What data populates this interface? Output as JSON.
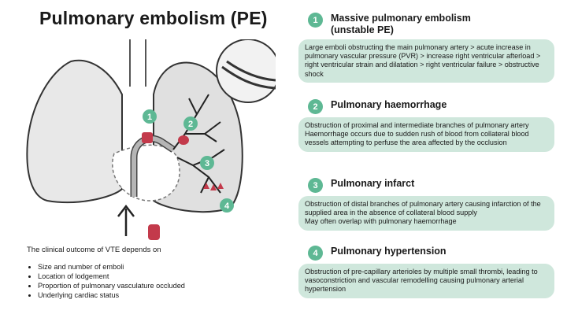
{
  "title": "Pulmonary embolism (PE)",
  "intro": "The clinical outcome of VTE depends on",
  "factors": [
    "Size and number of emboli",
    "Location of lodgement",
    "Proportion of pulmonary vasculature occluded",
    "Underlying cardiac status"
  ],
  "markers": [
    "1",
    "2",
    "3",
    "4"
  ],
  "sections": [
    {
      "number": "1",
      "title": "Massive pulmonary embolism (unstable PE)",
      "body": "Large emboli obstructing the main pulmonary artery > acute increase in pulmonary vascular pressure (PVR) > increase right ventricular afterload > right ventricular strain and dilatation > right ventricular failure > obstructive shock"
    },
    {
      "number": "2",
      "title": "Pulmonary haemorrhage",
      "body": "Obstruction of proximal and intermediate branches of pulmonary artery\nHaemorrhage occurs due to sudden rush of blood from collateral blood vessels attempting to perfuse the area affected by the occlusion"
    },
    {
      "number": "3",
      "title": "Pulmonary infarct",
      "body": "Obstruction of distal branches of pulmonary artery causing infarction of the supplied area in the absence of collateral blood supply\nMay often overlap with pulmonary haemorrhage"
    },
    {
      "number": "4",
      "title": "Pulmonary hypertension",
      "body": "Obstruction of pre-capillary arterioles by multiple small thrombi, leading to vasoconstriction and vascular remodelling causing pulmonary arterial hypertension"
    }
  ],
  "colors": {
    "accent": "#5eb894",
    "panel": "#cfe7dc",
    "clot": "#c33a4b",
    "lung": "#e6e6e6"
  }
}
